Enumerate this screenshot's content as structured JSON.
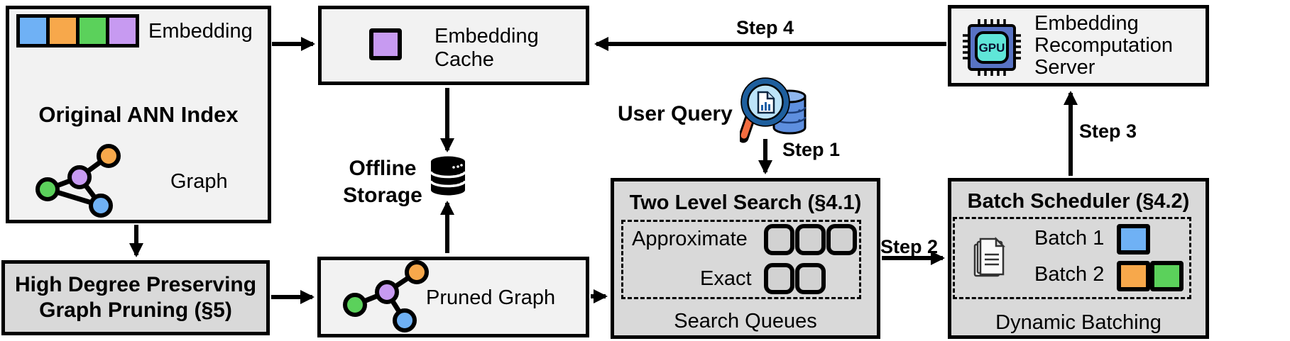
{
  "colors": {
    "blue": "#6fb1f5",
    "orange": "#f7a84b",
    "green": "#5bd15b",
    "purple": "#c79af1",
    "light_box": "#f2f2f2",
    "gray_box": "#d9d9d9",
    "queue_fill": "#d2d2d2",
    "gpu_chip": "#5873c4",
    "gpu_core": "#5fe6d8",
    "db_blue": "#5e8fdf",
    "lens_blue": "#bde4f9",
    "rim_blue": "#1e5f9e",
    "handle_orange": "#f26c3f"
  },
  "diagram": {
    "ann_index": {
      "title": "Original ANN Index",
      "embedding_label": "Embedding",
      "graph_label": "Graph"
    },
    "graph_pruning": {
      "line1": "High Degree Preserving",
      "line2": "Graph Pruning (§5)"
    },
    "embedding_cache": {
      "line1": "Embedding",
      "line2": "Cache"
    },
    "offline_storage": {
      "line1": "Offline",
      "line2": "Storage"
    },
    "pruned_graph": {
      "label": "Pruned Graph"
    },
    "user_query": {
      "label": "User Query"
    },
    "two_level_search": {
      "title": "Two Level Search (§4.1)",
      "approximate_label": "Approximate",
      "exact_label": "Exact",
      "footer": "Search Queues"
    },
    "batch_scheduler": {
      "title": "Batch Scheduler (§4.2)",
      "batch1_label": "Batch 1",
      "batch2_label": "Batch 2",
      "footer": "Dynamic Batching"
    },
    "recomputation_server": {
      "line1": "Embedding",
      "line2": "Recomputation",
      "line3": "Server",
      "gpu_label": "GPU"
    },
    "steps": {
      "step1": "Step 1",
      "step2": "Step 2",
      "step3": "Step 3",
      "step4": "Step 4"
    }
  }
}
